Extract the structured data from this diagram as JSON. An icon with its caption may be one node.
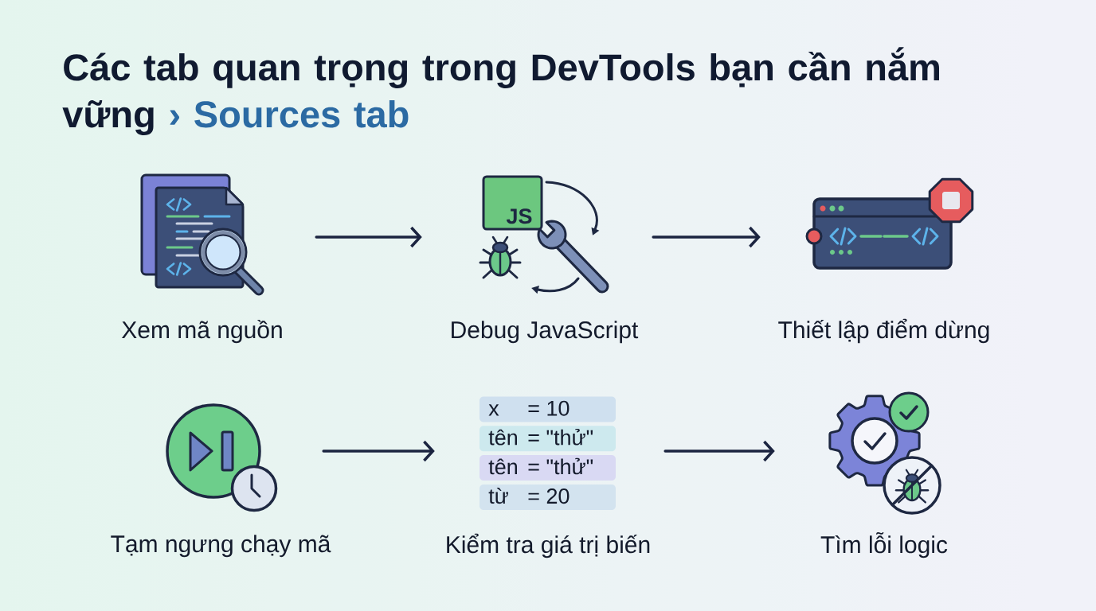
{
  "diagram": {
    "title": "Các tab quan trọng trong DevTools bạn cần nắm vững **› Sources tab**",
    "nodes": [
      {
        "text": [],
        "shape": "picture",
        "beside": [
          "Xem mã nguồn"
        ]
      },
      {
        "text": [],
        "shape": "picture",
        "beside": [
          "Debug JavaScript"
        ]
      },
      {
        "text": [],
        "shape": "picture",
        "beside": [
          "Thiết lập điểm dừng"
        ]
      },
      {
        "text": [],
        "shape": "picture",
        "beside": [
          "Tạm ngưng chạy mã"
        ]
      },
      {
        "text": [
          "x",
          "= 10",
          "tên",
          "= \"thử\"",
          "tên",
          "= \"thử\"",
          "từ",
          "= 20"
        ],
        "beside": [
          "Kiểm tra giá trị biến"
        ]
      },
      {
        "text": [],
        "shape": "picture",
        "beside": [
          "Tìm lỗi logic"
        ]
      }
    ],
    "edges": [
      {
        "from": 0,
        "to": 1,
        "arrow": "to"
      },
      {
        "from": 1,
        "to": 2,
        "arrow": "to"
      },
      {
        "from": 3,
        "to": 4,
        "arrow": "to"
      },
      {
        "from": 4,
        "to": 5,
        "arrow": "to"
      }
    ],
    "labels": [
      "JS"
    ]
  }
}
